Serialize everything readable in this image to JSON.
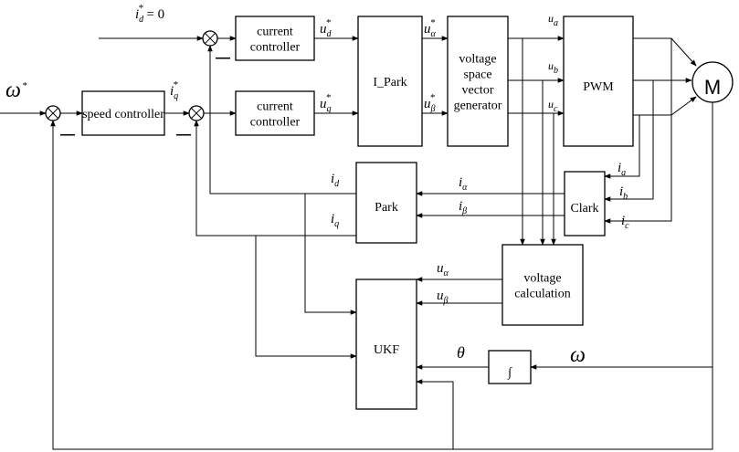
{
  "blocks": {
    "speed": "speed controller",
    "current_d": "current controller",
    "current_q": "current controller",
    "ipark": "I_Park",
    "svg": "voltage space vector generator",
    "pwm": "PWM",
    "motor": "M",
    "park": "Park",
    "clark": "Clark",
    "voltage_calc": "voltage calculation",
    "ukf": "UKF",
    "integrator": "∫"
  },
  "signals": {
    "omega_ref": {
      "base": "ω",
      "sup": "*"
    },
    "id_ref": {
      "base": "i",
      "sub": "d",
      "sup": "*",
      "suffix": " = 0"
    },
    "iq_ref": {
      "base": "i",
      "sub": "q",
      "sup": "*"
    },
    "ud_ref": {
      "base": "u",
      "sub": "d",
      "sup": "*"
    },
    "uq_ref": {
      "base": "u",
      "sub": "q",
      "sup": "*"
    },
    "ualpha_ref": {
      "base": "u",
      "sub": "α",
      "sup": "*"
    },
    "ubeta_ref": {
      "base": "u",
      "sub": "β",
      "sup": "*"
    },
    "ua": {
      "base": "u",
      "sub": "a"
    },
    "ub": {
      "base": "u",
      "sub": "b"
    },
    "uc": {
      "base": "u",
      "sub": "c"
    },
    "ia": {
      "base": "i",
      "sub": "a"
    },
    "ib": {
      "base": "i",
      "sub": "b"
    },
    "ic": {
      "base": "i",
      "sub": "c"
    },
    "id": {
      "base": "i",
      "sub": "d"
    },
    "iq": {
      "base": "i",
      "sub": "q"
    },
    "ialpha": {
      "base": "i",
      "sub": "α"
    },
    "ibeta": {
      "base": "i",
      "sub": "β"
    },
    "ualpha": {
      "base": "u",
      "sub": "α"
    },
    "ubeta": {
      "base": "u",
      "sub": "β"
    },
    "theta": {
      "base": "θ"
    },
    "omega": {
      "base": "ω"
    }
  },
  "minus_sign": "—"
}
